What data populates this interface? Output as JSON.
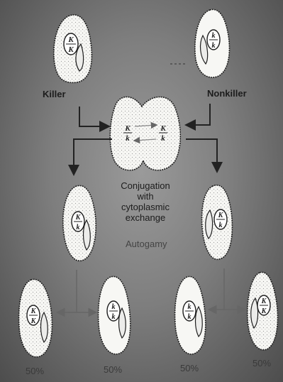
{
  "labels": {
    "killer": "Killer",
    "nonkiller": "Nonkiller",
    "conjugation_line1": "Conjugation",
    "conjugation_line2": "with",
    "conjugation_line3": "cytoplasmic",
    "conjugation_line4": "exchange",
    "autogamy": "Autogamy"
  },
  "percentages": [
    "50%",
    "50%",
    "50%",
    "50%"
  ],
  "genotypes": {
    "killer_top": [
      "K",
      "K"
    ],
    "nonkiller_top": [
      "k",
      "k"
    ],
    "conj_left": [
      "K",
      "k"
    ],
    "conj_right": [
      "K",
      "k"
    ],
    "mid_left": [
      "K",
      "k"
    ],
    "mid_right": [
      "K",
      "k"
    ],
    "bottom_1": [
      "K",
      "K"
    ],
    "bottom_2": [
      "k",
      "k"
    ],
    "bottom_3": [
      "k",
      "k"
    ],
    "bottom_4": [
      "K",
      "K"
    ]
  },
  "colors": {
    "cell_fill": "#f7f7f4",
    "outline": "#1e1e1e",
    "arrow_dark": "#222222",
    "arrow_gray": "#666666"
  }
}
